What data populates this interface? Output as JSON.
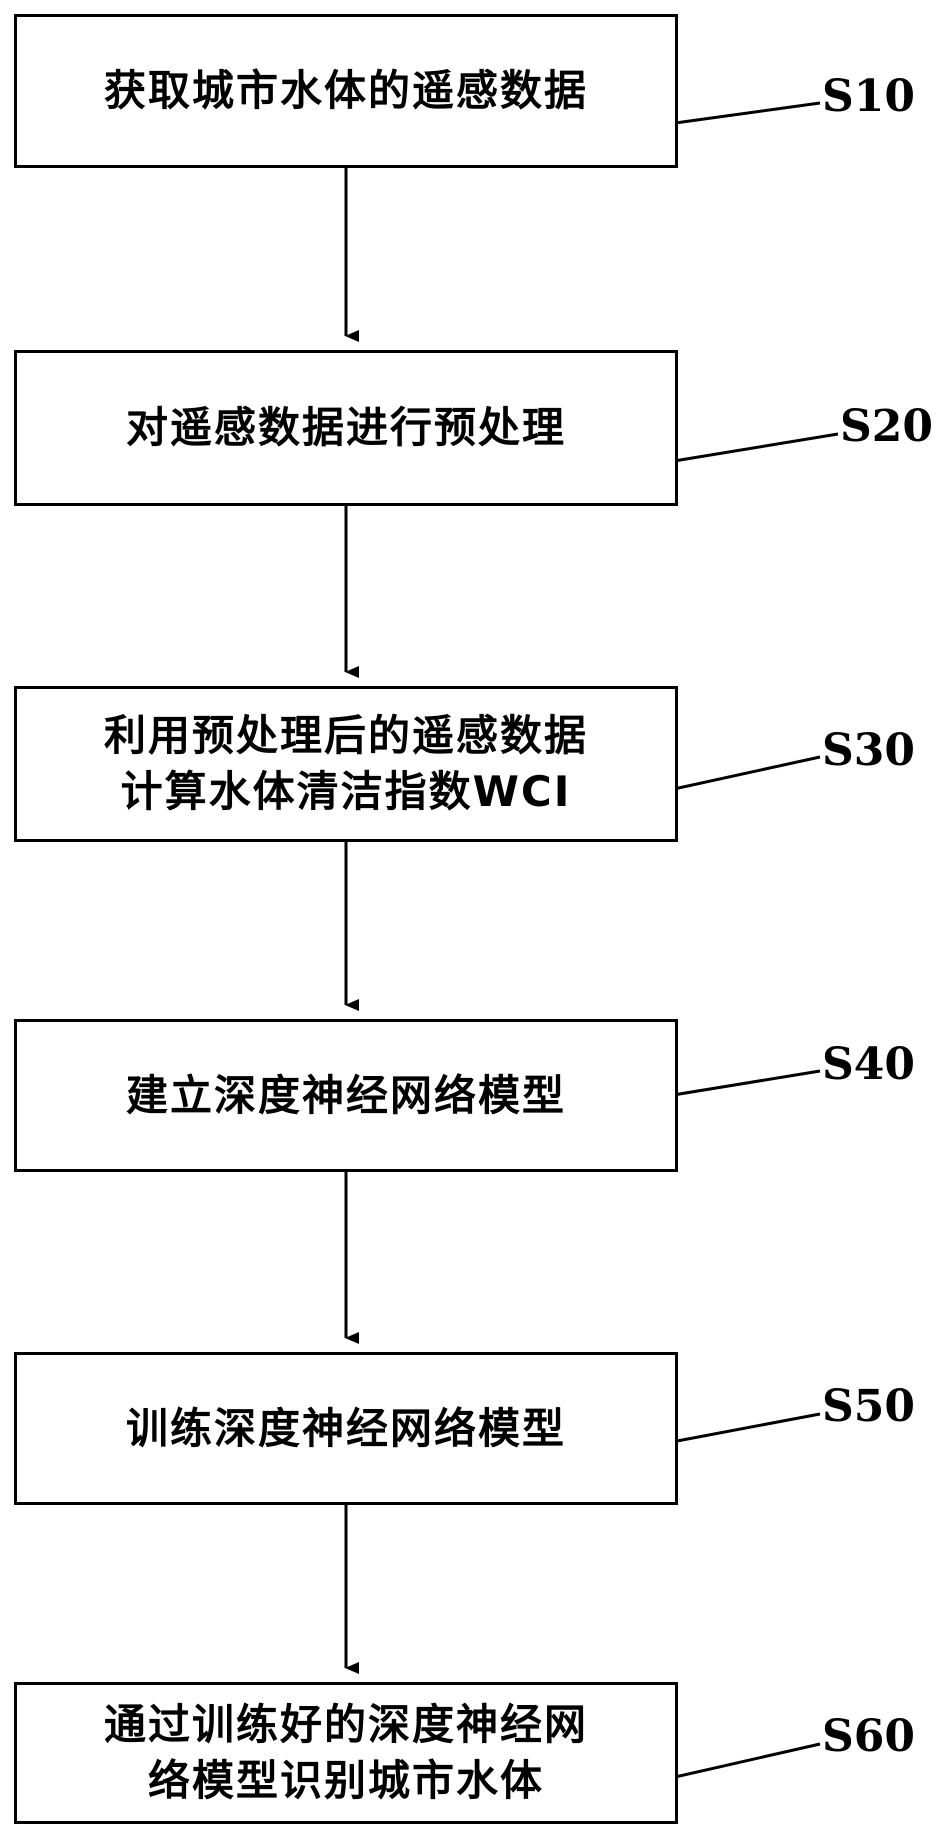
{
  "steps": [
    {
      "id": "S10",
      "label": "S10",
      "lines": [
        "获取城市水体的遥感数据"
      ]
    },
    {
      "id": "S20",
      "label": "S20",
      "lines": [
        "对遥感数据进行预处理"
      ]
    },
    {
      "id": "S30",
      "label": "S30",
      "lines": [
        "利用预处理后的遥感数据",
        "计算水体清洁指数WCI"
      ]
    },
    {
      "id": "S40",
      "label": "S40",
      "lines": [
        "建立深度神经网络模型"
      ]
    },
    {
      "id": "S50",
      "label": "S50",
      "lines": [
        "训练深度神经网络模型"
      ]
    },
    {
      "id": "S60",
      "label": "S60",
      "lines": [
        "通过训练好的深度神经网",
        "络模型识别城市水体"
      ]
    }
  ],
  "colors": {
    "stroke": "#000000",
    "background": "#ffffff"
  }
}
